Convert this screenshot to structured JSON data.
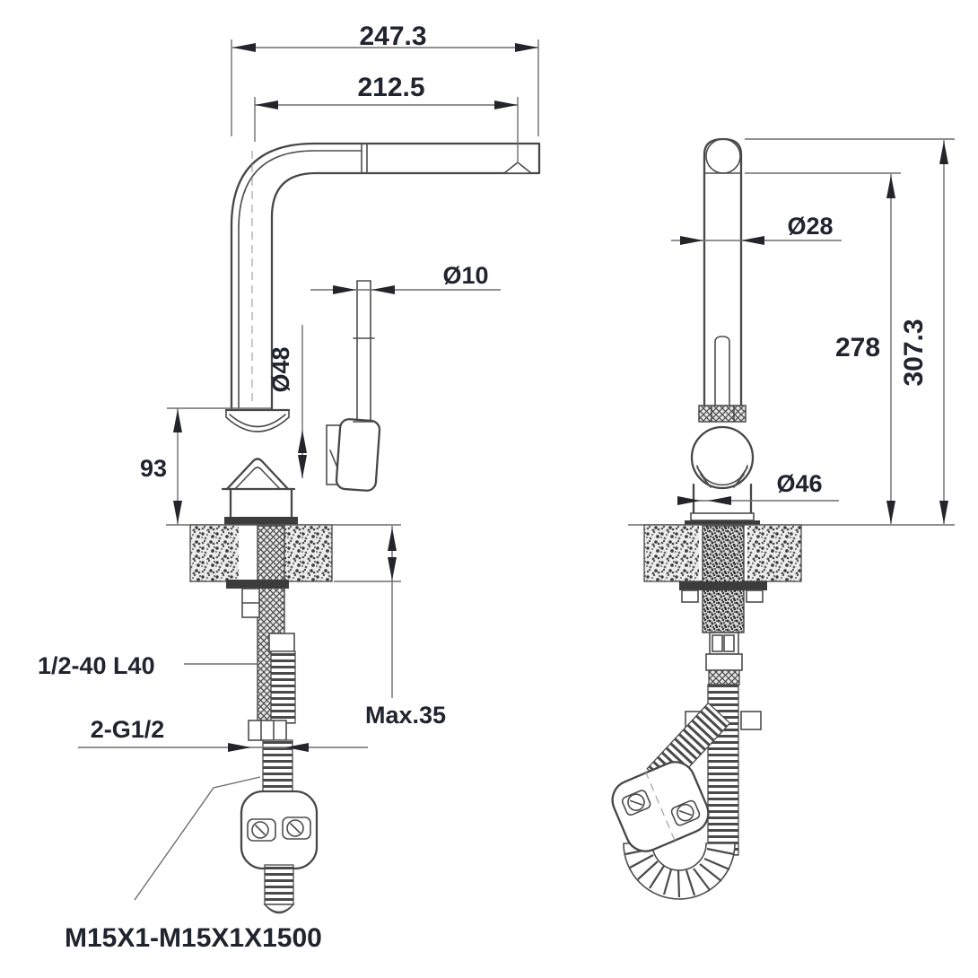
{
  "drawing_title": "kitchen-pullout-faucet-dimension-drawing",
  "front_view": {
    "total_width": "247.3",
    "spout_reach": "212.5",
    "spray_rod_diameter": "Ø10",
    "body_diameter": "Ø48",
    "base_height": "93",
    "counter_thickness_max": "Max.35",
    "shank_spec": "1/2-40 L40",
    "supply_connection": "2-G1/2",
    "pullout_hose_spec": "M15X1-M15X1X1500"
  },
  "side_view": {
    "pipe_diameter": "Ø28",
    "height_to_spout": "278",
    "total_height": "307.3",
    "ball_joint_diameter": "Ø46"
  },
  "colors": {
    "line": "#474747",
    "dimension_line": "#6d6d6d",
    "text": "#20242e",
    "arrow": "#23252a",
    "background": "#ffffff"
  }
}
